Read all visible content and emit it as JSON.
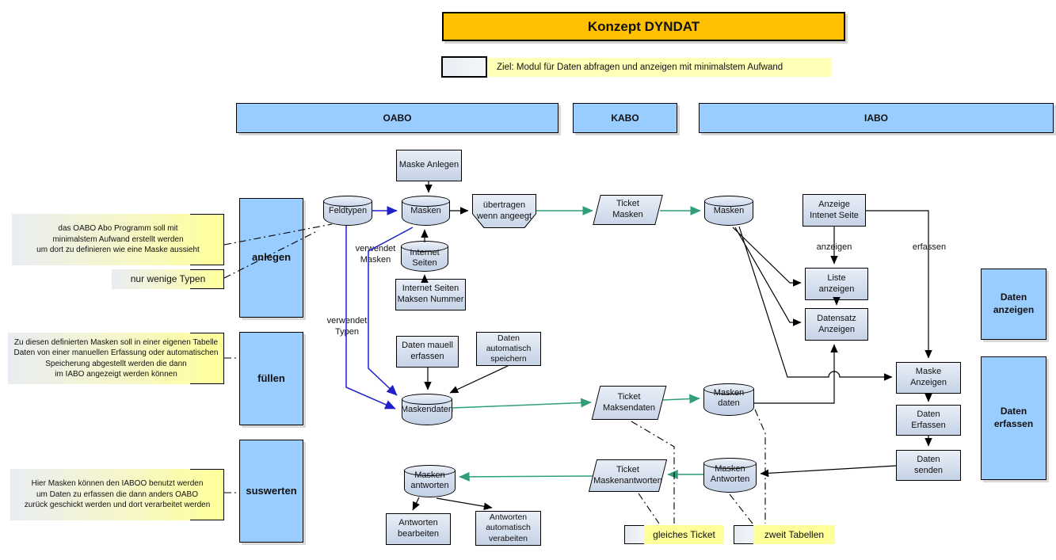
{
  "title": "Konzept DYNDAT",
  "goal": "Ziel: Modul für Daten abfragen und anzeigen mit minimalstem Aufwand",
  "columns": {
    "oabo": "OABO",
    "kabo": "KABO",
    "iabo": "IABO"
  },
  "lanes": {
    "anlegen": "anlegen",
    "fuellen": "füllen",
    "suswerten": "suswerten",
    "daten_anzeigen": "Daten\nanzeigen",
    "daten_erfassen": "Daten\nerfassen"
  },
  "notes": {
    "oabo_note": "das OABO Abo Programm soll mit\nminimalstem Aufwand erstellt werden\num dort zu definieren wie eine Maske aussieht",
    "typen_note": "nur wenige Typen",
    "fuellen_note": "Zu diesen definierten Masken soll in einer eigenen Tabelle\nDaten von einer manuellen Erfassung oder automatischen\nSpeicherung abgestellt werden die dann\nim IABO angezeigt werden können",
    "auswerten_note": "Hier Masken können den IABOO benutzt werden\num Daten zu erfassen die dann anders OABO\nzurück geschickt werden und dort verarbeitet werden",
    "gleiches_ticket": "gleiches Ticket",
    "zweit_tabellen": "zweit Tabellen"
  },
  "nodes": {
    "maske_anlegen": "Maske Anlegen",
    "feldtypen": "Feldtypen",
    "masken_oabo": "Masken",
    "uebertragen": "übertragen\nwenn angeegt",
    "internet_seiten": "Internet\nSeiten",
    "internet_seiten_nummer": "Internet Seiten\nMaksen Nummer",
    "daten_mauell": "Daten mauell\nerfassen",
    "daten_automatisch": "Daten automatisch\nspeichern",
    "maskendaten": "Maskendaten",
    "masken_antworten_oabo": "Masken\nantworten",
    "antworten_bearbeiten": "Antworten\nbearbeiten",
    "antworten_automatisch": "Antworten\nautomatisch\nverabeiten",
    "ticket_masken": "Ticket\nMasken",
    "ticket_maksendaten": "Ticket\nMaksendaten",
    "ticket_maskenantworten": "Ticket\nMaskenantworten",
    "masken_iabo": "Masken",
    "anzeige_intenet": "Anzeige\nIntenet Seite",
    "liste_anzeigen": "Liste\nanzeigen",
    "datensatz_anzeigen": "Datensatz\nAnzeigen",
    "masken_daten": "Masken\ndaten",
    "maske_anzeigen": "Maske\nAnzeigen",
    "daten_erfassen_box": "Daten\nErfassen",
    "daten_senden": "Daten\nsenden",
    "masken_antworten_iabo": "Masken\nAntworten"
  },
  "edge_labels": {
    "verwendet_masken": "verwendet\nMasken",
    "verwendet_typen": "verwendet\nTypen",
    "anzeigen": "anzeigen",
    "erfassen": "erfassen"
  },
  "colors": {
    "title_bg": "#FFC000",
    "header_bg": "#99CCFF",
    "note_yellow": "#FFFF99",
    "arrow_green": "#2F9E79",
    "arrow_blue": "#1F1FCC",
    "arrow_black": "#000000"
  }
}
